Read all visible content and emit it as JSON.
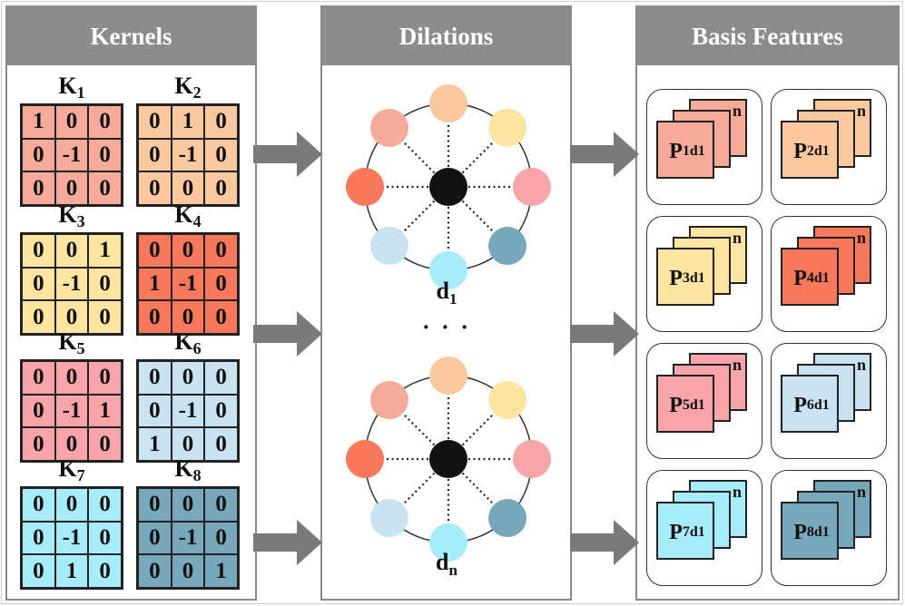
{
  "panels": {
    "kernels_title": "Kernels",
    "dilations_title": "Dilations",
    "basis_title": "Basis Features"
  },
  "kernels": [
    {
      "name": "K",
      "sub": "1",
      "color": "#f6ab9a",
      "cells": [
        "1",
        "0",
        "0",
        "0",
        "-1",
        "0",
        "0",
        "0",
        "0"
      ]
    },
    {
      "name": "K",
      "sub": "2",
      "color": "#fbc8a0",
      "cells": [
        "0",
        "1",
        "0",
        "0",
        "-1",
        "0",
        "0",
        "0",
        "0"
      ]
    },
    {
      "name": "K",
      "sub": "3",
      "color": "#fde4a0",
      "cells": [
        "0",
        "0",
        "1",
        "0",
        "-1",
        "0",
        "0",
        "0",
        "0"
      ]
    },
    {
      "name": "K",
      "sub": "4",
      "color": "#f7785a",
      "cells": [
        "0",
        "0",
        "0",
        "1",
        "-1",
        "0",
        "0",
        "0",
        "0"
      ]
    },
    {
      "name": "K",
      "sub": "5",
      "color": "#f9a4a8",
      "cells": [
        "0",
        "0",
        "0",
        "0",
        "-1",
        "1",
        "0",
        "0",
        "0"
      ]
    },
    {
      "name": "K",
      "sub": "6",
      "color": "#c9e3f3",
      "cells": [
        "0",
        "0",
        "0",
        "0",
        "-1",
        "0",
        "1",
        "0",
        "0"
      ]
    },
    {
      "name": "K",
      "sub": "7",
      "color": "#a7ecfb",
      "cells": [
        "0",
        "0",
        "0",
        "0",
        "-1",
        "0",
        "0",
        "1",
        "0"
      ]
    },
    {
      "name": "K",
      "sub": "8",
      "color": "#78a8bb",
      "cells": [
        "0",
        "0",
        "0",
        "0",
        "-1",
        "0",
        "0",
        "0",
        "1"
      ]
    }
  ],
  "dilations": [
    {
      "name": "d",
      "sub": "1"
    },
    {
      "name": "d",
      "sub": "n"
    }
  ],
  "ellipsis": "· · ·",
  "neighbor_colors": [
    "#fbc8a0",
    "#fde4a0",
    "#f9a4a8",
    "#78a8bb",
    "#a7ecfb",
    "#c9e3f3",
    "#f7785a",
    "#f6ab9a"
  ],
  "center_color": "#111111",
  "features": [
    {
      "name": "P",
      "sub": "1",
      "sup": "d1",
      "edge": "n",
      "color": "#f6ab9a"
    },
    {
      "name": "P",
      "sub": "2",
      "sup": "d1",
      "edge": "n",
      "color": "#fbc8a0"
    },
    {
      "name": "P",
      "sub": "3",
      "sup": "d1",
      "edge": "n",
      "color": "#fde4a0"
    },
    {
      "name": "P",
      "sub": "4",
      "sup": "d1",
      "edge": "n",
      "color": "#f7785a"
    },
    {
      "name": "P",
      "sub": "5",
      "sup": "d1",
      "edge": "n",
      "color": "#f9a4a8"
    },
    {
      "name": "P",
      "sub": "6",
      "sup": "d1",
      "edge": "n",
      "color": "#c9e3f3"
    },
    {
      "name": "P",
      "sub": "7",
      "sup": "d1",
      "edge": "n",
      "color": "#a7ecfb"
    },
    {
      "name": "P",
      "sub": "8",
      "sup": "d1",
      "edge": "n",
      "color": "#78a8bb"
    }
  ],
  "arrow_color": "#7a7a7a"
}
